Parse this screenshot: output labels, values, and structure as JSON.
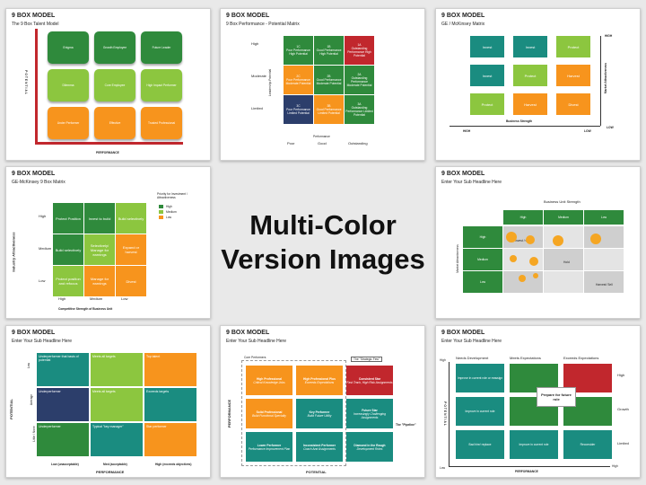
{
  "center": {
    "line1": "Multi-Color",
    "line2": "Version Images"
  },
  "colors": {
    "green": "#8cc63f",
    "darkgreen": "#2f8a3c",
    "orange": "#f7941d",
    "red": "#c1272d",
    "teal": "#1a8c80",
    "navy": "#2c3e6b",
    "gray": "#9a9a9a"
  },
  "s1": {
    "title": "9 BOX MODEL",
    "sub": "The 9 Box Talent Model",
    "yaxis": "POTENTIAL",
    "xaxis": "PERFORMANCE",
    "cells": [
      [
        "Enigma",
        "Growth Employee",
        "Future Leader"
      ],
      [
        "Dilemma",
        "Core Employee",
        "High Impact Performer"
      ],
      [
        "Under Performer",
        "Effective",
        "Trusted Professional"
      ]
    ]
  },
  "s2": {
    "title": "9 BOX MODEL",
    "sub": "9 Box Performance - Potential Matrix",
    "yaxis": "Leadership Potential",
    "xaxis": "Performance",
    "rows": [
      "High",
      "Moderate",
      "Limited"
    ],
    "cols": [
      "Poor",
      "Good",
      "Outstanding"
    ],
    "cells": [
      [
        {
          "code": "1C",
          "text": "Poor Performance High Potential"
        },
        {
          "code": "1B",
          "text": "Good Performance High Potential"
        },
        {
          "code": "1A",
          "text": "Outstanding Performance High Potential"
        }
      ],
      [
        {
          "code": "2C",
          "text": "Poor Performance Moderate Potential"
        },
        {
          "code": "2B",
          "text": "Good Performance Moderate Potential"
        },
        {
          "code": "2A",
          "text": "Outstanding Performance Moderate Potential"
        }
      ],
      [
        {
          "code": "3C",
          "text": "Poor Performance Limited Potential"
        },
        {
          "code": "3B",
          "text": "Good Performance Limited Potential"
        },
        {
          "code": "3A",
          "text": "Outstanding Performance Limited Potential"
        }
      ]
    ]
  },
  "s3": {
    "title": "9 BOX MODEL",
    "sub": "GE / McKinsey Matrix",
    "yaxis": "Market Attractiveness",
    "xaxis": "Business Strength",
    "high": "HIGH",
    "low": "LOW",
    "cells": [
      [
        "Invest",
        "Invest",
        "Protect"
      ],
      [
        "Invest",
        "Protect",
        "Harvest"
      ],
      [
        "Protect",
        "Harvest",
        "Divest"
      ]
    ]
  },
  "s4": {
    "title": "9 BOX MODEL",
    "sub": "GE-McKinsey 9 Box Matrix",
    "legend_title": "Priority for Investment / Attractiveness",
    "legend": [
      "High",
      "Medium",
      "Low"
    ],
    "yaxis": "Industry Attractiveness",
    "xaxis": "Competitive Strength of Business Unit",
    "rows": [
      "High",
      "Medium",
      "Low"
    ],
    "cols": [
      "High",
      "Medium",
      "Low"
    ],
    "cells": [
      [
        "Protect Position",
        "Invest to build",
        "Build selectively"
      ],
      [
        "Build selectively",
        "Selectively/ Manage for earnings",
        "Expand or harvest"
      ],
      [
        "Protect position and refocus",
        "Manage for earnings",
        "Divest"
      ]
    ]
  },
  "s5": {
    "title": "9 BOX MODEL",
    "sub": "Enter Your Sub Headline Here",
    "top": "Business Unit Strength",
    "yaxis": "Market Attractiveness",
    "cols": [
      "High",
      "Medium",
      "Low"
    ],
    "rows": [
      "High",
      "Medium",
      "Low"
    ],
    "labels": [
      "Invest / Grow",
      "Hold",
      "Harvest/ Sell"
    ]
  },
  "s6": {
    "title": "9 BOX MODEL",
    "sub": "Enter Your Sub Headline Here",
    "yaxis": "POTENTIAL",
    "xaxis": "PERFORMANCE",
    "rows": [
      "Low",
      "Average",
      "Little / None"
    ],
    "cols": [
      "Low (unacceptable)",
      "Med (acceptable)",
      "High (exceeds objectives)"
    ],
    "cells": [
      [
        "Underperformer that basis of potential",
        "Meets all targets",
        "Top talent"
      ],
      [
        "Underperformer",
        "Meets all targets",
        "Exceeds targets"
      ],
      [
        "Underperformer",
        "Typical \"key manager\"",
        "Star performer"
      ]
    ]
  },
  "s7": {
    "title": "9 BOX MODEL",
    "sub": "Enter Your Sub Headline Here",
    "core": "Core Performers",
    "few": "The \"Strategic Few\"",
    "pipeline": "The \"Pipeline\"",
    "yaxis": "PERFORMANCE",
    "xaxis": "POTENTIAL",
    "cells": [
      [
        {
          "t": "High Professional",
          "s": "Critical Knowledge Jobs"
        },
        {
          "t": "High Professional Plus",
          "s": "Exceeds Expectations"
        },
        {
          "t": "Consistent Star",
          "s": "Fast Track, High Risk Assignments"
        }
      ],
      [
        {
          "t": "Solid Professional",
          "s": "Build Functional Specialty"
        },
        {
          "t": "Key Performer",
          "s": "Build Future Utility"
        },
        {
          "t": "Future Star",
          "s": "Increasingly Challenging Assignments"
        }
      ],
      [
        {
          "t": "Lower Performer",
          "s": "Performance Improvement Plan"
        },
        {
          "t": "Inconsistent Performer",
          "s": "Coach And Assignments"
        },
        {
          "t": "Diamond in the Rough",
          "s": "Development Roles"
        }
      ]
    ]
  },
  "s8": {
    "title": "9 BOX MODEL",
    "sub": "Enter Your Sub Headline Here",
    "heads": [
      "Needs Development",
      "Meets Expectations",
      "Exceeds Expectations"
    ],
    "right": [
      "High",
      "Growth",
      "Limited"
    ],
    "yaxis": "POTENTIAL",
    "xaxis": "PERFORMANCE",
    "high": "High",
    "low": "Low",
    "xhigh": "High",
    "center_label": "Prepare for future role",
    "cells": [
      "Improve in current role or reassign",
      "Improve in current role",
      "Bad hire/ replace",
      "Improve in current role",
      "Reconsider"
    ]
  }
}
